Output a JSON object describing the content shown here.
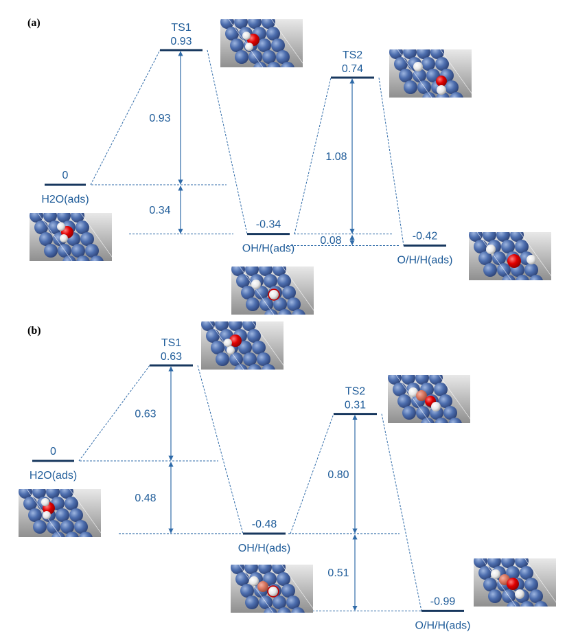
{
  "colors": {
    "text": "#1f5c99",
    "level": "#17375e",
    "line": "#2e6aa8",
    "metal": "#4a6aa8",
    "oxygen": "#e00000",
    "hydrogen": "#f0f0f0",
    "dopant": "#d9765f",
    "surface_bg": "#b8b8b8"
  },
  "chart_data": {
    "type": "energy-profile",
    "units": "eV",
    "panels": [
      {
        "label": "(a)",
        "states": [
          {
            "name": "H2O(ads)",
            "energy": 0,
            "value_label": "0"
          },
          {
            "name": "TS1",
            "energy": 0.93,
            "value_label": "0.93"
          },
          {
            "name": "OH/H(ads)",
            "energy": -0.34,
            "value_label": "-0.34"
          },
          {
            "name": "TS2",
            "energy": 0.74,
            "value_label": "0.74"
          },
          {
            "name": "O/H/H(ads)",
            "energy": -0.42,
            "value_label": "-0.42"
          }
        ],
        "gaps": [
          {
            "label": "0.93",
            "from": "H2O(ads)",
            "to": "TS1"
          },
          {
            "label": "0.34",
            "from": "OH/H(ads)",
            "to": "H2O(ads)"
          },
          {
            "label": "1.08",
            "from": "OH/H(ads)",
            "to": "TS2"
          },
          {
            "label": "0.08",
            "from": "O/H/H(ads)",
            "to": "OH/H(ads)"
          }
        ]
      },
      {
        "label": "(b)",
        "states": [
          {
            "name": "H2O(ads)",
            "energy": 0,
            "value_label": "0"
          },
          {
            "name": "TS1",
            "energy": 0.63,
            "value_label": "0.63"
          },
          {
            "name": "OH/H(ads)",
            "energy": -0.48,
            "value_label": "-0.48"
          },
          {
            "name": "TS2",
            "energy": 0.31,
            "value_label": "0.31"
          },
          {
            "name": "O/H/H(ads)",
            "energy": -0.99,
            "value_label": "-0.99"
          }
        ],
        "gaps": [
          {
            "label": "0.63",
            "from": "H2O(ads)",
            "to": "TS1"
          },
          {
            "label": "0.48",
            "from": "OH/H(ads)",
            "to": "H2O(ads)"
          },
          {
            "label": "0.80",
            "from": "OH/H(ads)",
            "to": "TS2"
          },
          {
            "label": "0.51",
            "from": "O/H/H(ads)",
            "to": "OH/H(ads)"
          }
        ]
      }
    ]
  }
}
